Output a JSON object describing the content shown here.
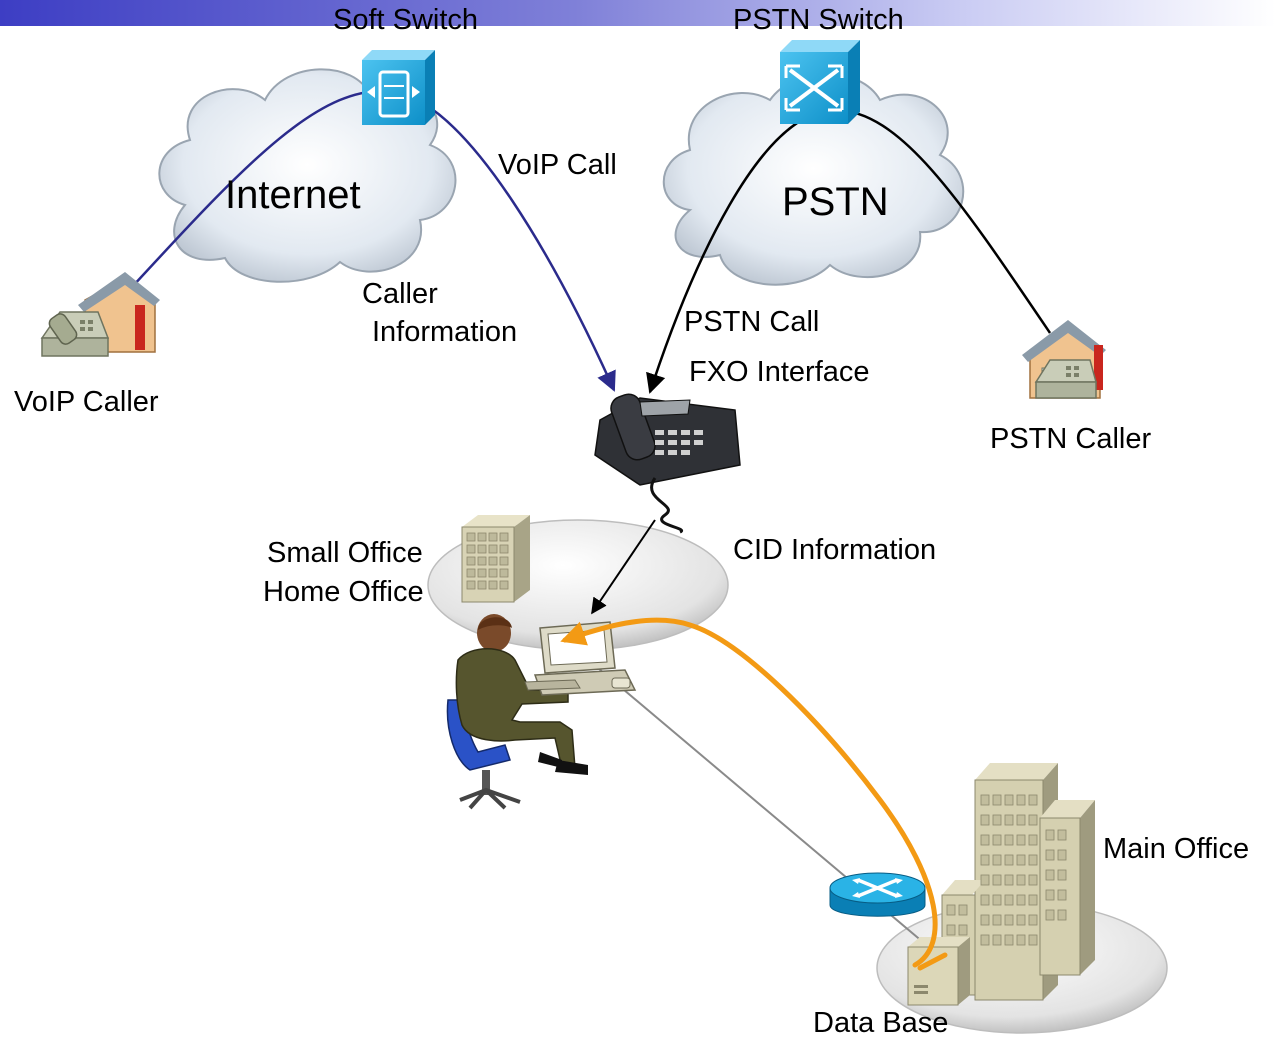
{
  "labels": {
    "soft_switch": "Soft Switch",
    "pstn_switch": "PSTN Switch",
    "internet": "Internet",
    "pstn": "PSTN",
    "voip_call": "VoIP Call",
    "caller_info_line1": "Caller",
    "caller_info_line2": "Information",
    "voip_caller": "VoIP Caller",
    "pstn_call": "PSTN Call",
    "fxo_interface": "FXO Interface",
    "pstn_caller": "PSTN Caller",
    "soho_line1": "Small Office",
    "soho_line2": "Home Office",
    "cid_information": "CID Information",
    "main_office": "Main Office",
    "data_base": "Data Base"
  },
  "colors": {
    "voip_path": "#2b2b8c",
    "pstn_path": "#000000",
    "cid_path": "#000000",
    "db_lookup_path": "#f39a14",
    "lan_link": "#8a8a8a",
    "cloud": "#dfe6ee",
    "switch_icon": "#1aa7e0"
  },
  "icons": [
    "soft-switch-icon",
    "pstn-switch-icon",
    "house-phone-icon",
    "desk-phone-icon",
    "office-building-icon",
    "workstation-icon",
    "router-icon",
    "server-icon",
    "skyscraper-icon"
  ]
}
